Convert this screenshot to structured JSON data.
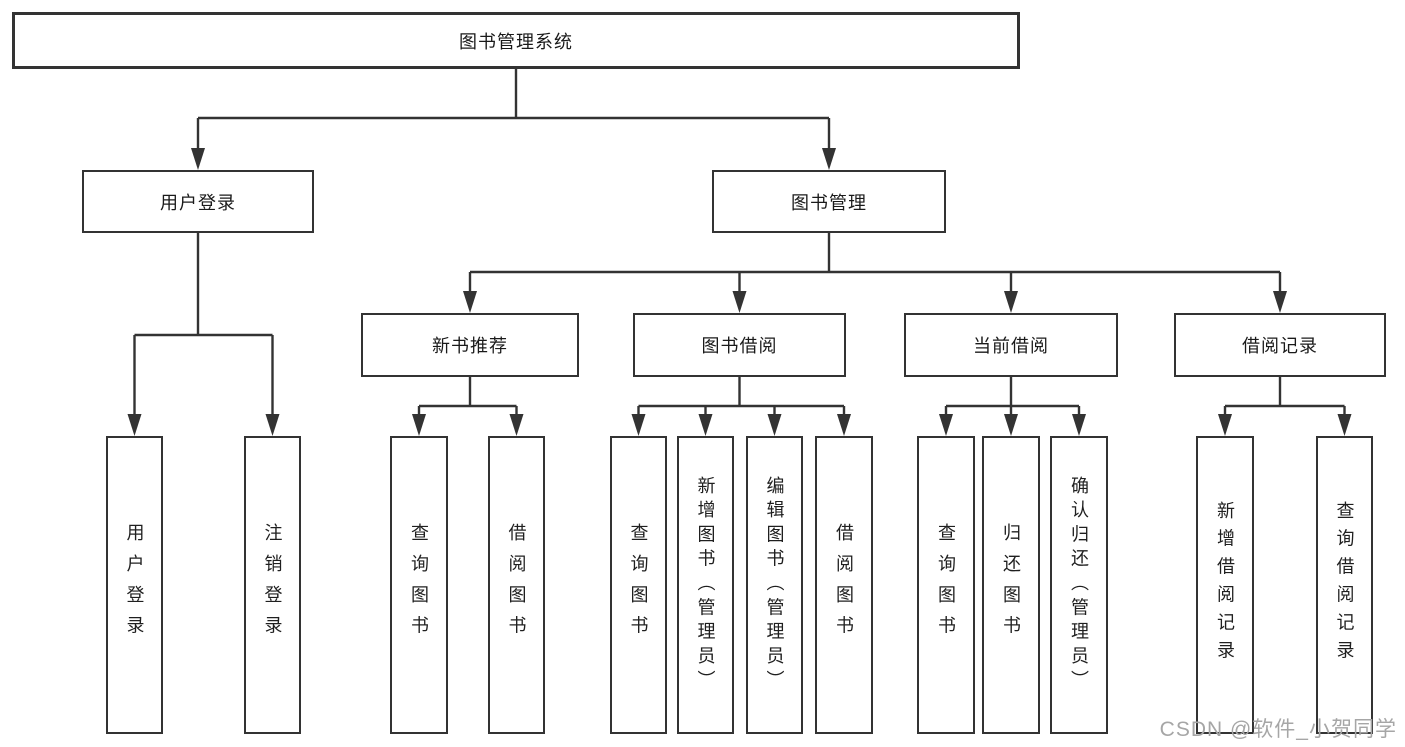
{
  "palette": {
    "line_color": "#333333",
    "box_border_color": "#333333",
    "text_color": "#1a1a1a",
    "watermark_color": "#a6a6a6",
    "background": "#ffffff"
  },
  "tree": {
    "label": "图书管理系统",
    "children": [
      {
        "label": "用户登录",
        "children": [
          {
            "label": "用户登录"
          },
          {
            "label": "注销登录"
          }
        ]
      },
      {
        "label": "图书管理",
        "children": [
          {
            "label": "新书推荐",
            "children": [
              {
                "label": "查询图书"
              },
              {
                "label": "借阅图书"
              }
            ]
          },
          {
            "label": "图书借阅",
            "children": [
              {
                "label": "查询图书"
              },
              {
                "label": "新增图书（管理员）"
              },
              {
                "label": "编辑图书（管理员）"
              },
              {
                "label": "借阅图书"
              }
            ]
          },
          {
            "label": "当前借阅",
            "children": [
              {
                "label": "查询图书"
              },
              {
                "label": "归还图书"
              },
              {
                "label": "确认归还（管理员）"
              }
            ]
          },
          {
            "label": "借阅记录",
            "children": [
              {
                "label": "新增借阅记录"
              },
              {
                "label": "查询借阅记录"
              }
            ]
          }
        ]
      }
    ]
  },
  "watermark": "CSDN @软件_小贺同学"
}
